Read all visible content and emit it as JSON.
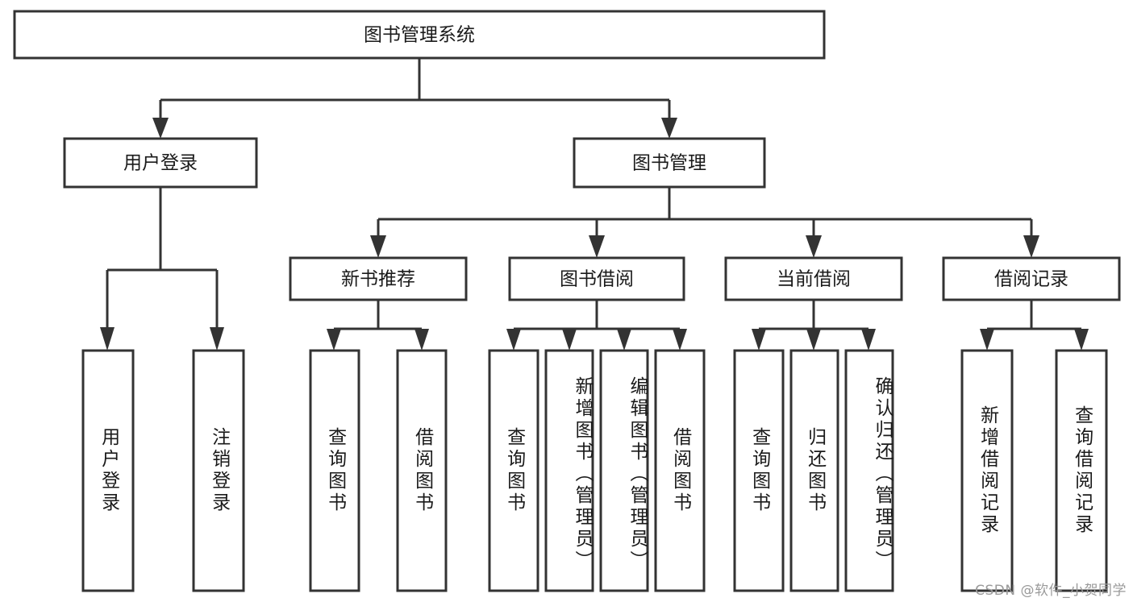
{
  "diagram": {
    "type": "tree-hierarchy",
    "title": "图书管理系统",
    "orientation": "top-down",
    "colors": {
      "box_stroke": "#333333",
      "box_fill": "#ffffff",
      "text": "#1a1a1a",
      "background": "#ffffff",
      "watermark": "#9a9a9a"
    }
  },
  "watermark": {
    "text": "CSDN @软件_小贺同学"
  },
  "nodes": {
    "root": {
      "label": "图书管理系统",
      "level": 1,
      "orientation": "horizontal"
    },
    "l2": [
      {
        "id": "user-login",
        "label": "用户登录",
        "level": 2,
        "orientation": "horizontal"
      },
      {
        "id": "book-manage",
        "label": "图书管理",
        "level": 2,
        "orientation": "horizontal"
      }
    ],
    "l3": [
      {
        "id": "new-book-recommend",
        "label": "新书推荐",
        "level": 3,
        "orientation": "horizontal",
        "parent": "book-manage"
      },
      {
        "id": "book-borrow",
        "label": "图书借阅",
        "level": 3,
        "orientation": "horizontal",
        "parent": "book-manage"
      },
      {
        "id": "current-borrow",
        "label": "当前借阅",
        "level": 3,
        "orientation": "horizontal",
        "parent": "book-manage"
      },
      {
        "id": "borrow-record",
        "label": "借阅记录",
        "level": 3,
        "orientation": "horizontal",
        "parent": "book-manage"
      }
    ],
    "leaves": [
      {
        "id": "leaf-user-login",
        "label": "用户登录",
        "orientation": "vertical",
        "parent": "user-login"
      },
      {
        "id": "leaf-logout",
        "label": "注销登录",
        "orientation": "vertical",
        "parent": "user-login"
      },
      {
        "id": "leaf-query-book-1",
        "label": "查询图书",
        "orientation": "vertical",
        "parent": "new-book-recommend"
      },
      {
        "id": "leaf-borrow-book-1",
        "label": "借阅图书",
        "orientation": "vertical",
        "parent": "new-book-recommend"
      },
      {
        "id": "leaf-query-book-2",
        "label": "查询图书",
        "orientation": "vertical",
        "parent": "book-borrow"
      },
      {
        "id": "leaf-add-book",
        "label": "新增图书（管理员）",
        "orientation": "vertical",
        "parent": "book-borrow"
      },
      {
        "id": "leaf-edit-book",
        "label": "编辑图书（管理员）",
        "orientation": "vertical",
        "parent": "book-borrow"
      },
      {
        "id": "leaf-borrow-book-2",
        "label": "借阅图书",
        "orientation": "vertical",
        "parent": "book-borrow"
      },
      {
        "id": "leaf-query-book-3",
        "label": "查询图书",
        "orientation": "vertical",
        "parent": "current-borrow"
      },
      {
        "id": "leaf-return-book",
        "label": "归还图书",
        "orientation": "vertical",
        "parent": "current-borrow"
      },
      {
        "id": "leaf-confirm-return",
        "label": "确认归还（管理员）",
        "orientation": "vertical",
        "parent": "current-borrow"
      },
      {
        "id": "leaf-add-record",
        "label": "新增借阅记录",
        "orientation": "vertical",
        "parent": "borrow-record"
      },
      {
        "id": "leaf-query-record",
        "label": "查询借阅记录",
        "orientation": "vertical",
        "parent": "borrow-record"
      }
    ]
  }
}
